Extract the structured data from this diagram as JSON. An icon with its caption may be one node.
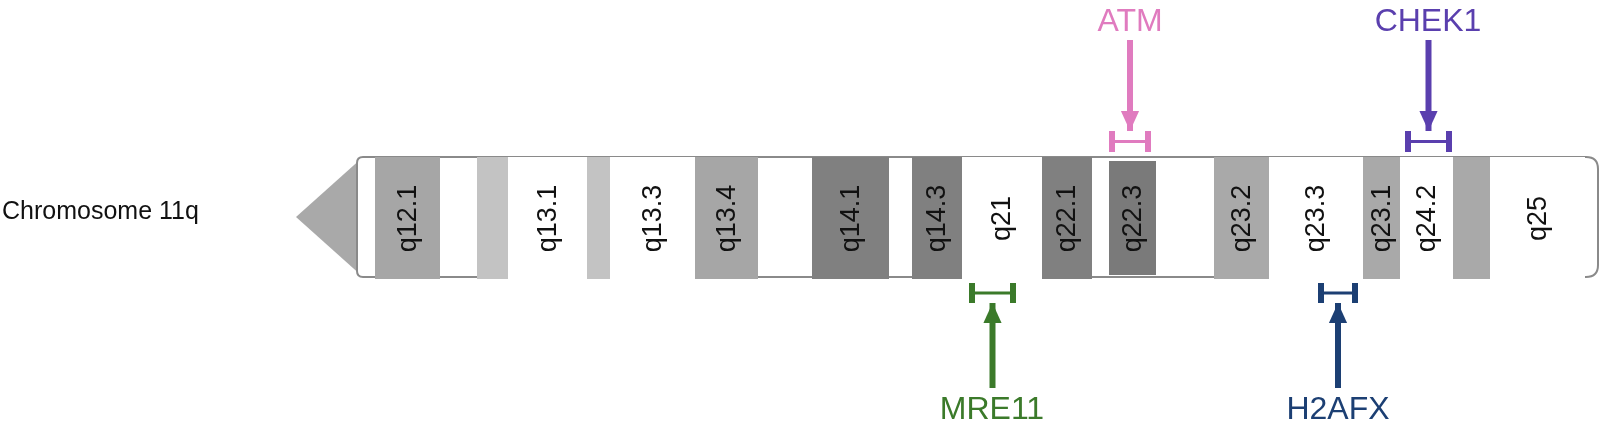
{
  "diagram": {
    "nodes": [
      {
        "text": [
          "Chromosome 11q"
        ]
      },
      {
        "text": [
          "q12.1"
        ],
        "in": 0
      },
      {
        "text": [],
        "shape": "bar",
        "in": 0
      },
      {
        "text": [
          "q13.1"
        ],
        "in": 0
      },
      {
        "text": [],
        "shape": "bar",
        "in": 0
      },
      {
        "text": [
          "q13.3"
        ],
        "in": 0
      },
      {
        "text": [
          "q13.4"
        ],
        "in": 0
      },
      {
        "text": [
          "q14.1"
        ],
        "in": 0
      },
      {
        "text": [
          "q14.3"
        ],
        "in": 0
      },
      {
        "text": [
          "q21"
        ],
        "in": 0
      },
      {
        "text": [
          "q22.1"
        ],
        "in": 0
      },
      {
        "text": [
          "q22.3"
        ],
        "in": 0
      },
      {
        "text": [
          "q23.2"
        ],
        "in": 0
      },
      {
        "text": [
          "q23.3"
        ],
        "in": 0
      },
      {
        "text": [
          "q23.1"
        ],
        "in": 0
      },
      {
        "text": [
          "q24.2"
        ],
        "in": 0
      },
      {
        "text": [],
        "shape": "bar",
        "in": 0
      },
      {
        "text": [
          "q25"
        ],
        "in": 0
      },
      {
        "text": [
          "ATM"
        ]
      },
      {
        "text": [],
        "shape": "bar"
      },
      {
        "text": [
          "CHEK1"
        ]
      },
      {
        "text": [],
        "shape": "bar"
      },
      {
        "text": [
          "MRE11"
        ]
      },
      {
        "text": [],
        "shape": "bar"
      },
      {
        "text": [
          "H2AFX"
        ]
      },
      {
        "text": [],
        "shape": "bar"
      }
    ],
    "edges": [
      {
        "from": 18,
        "to": 19,
        "arrow": "to",
        "color": "#e07bbf"
      },
      {
        "from": 20,
        "to": 21,
        "arrow": "to",
        "color": "#5a3fae"
      },
      {
        "from": 22,
        "to": 23,
        "arrow": "to",
        "color": "#3b7a2a"
      },
      {
        "from": 24,
        "to": 25,
        "arrow": "to",
        "color": "#1c3f73"
      }
    ]
  }
}
